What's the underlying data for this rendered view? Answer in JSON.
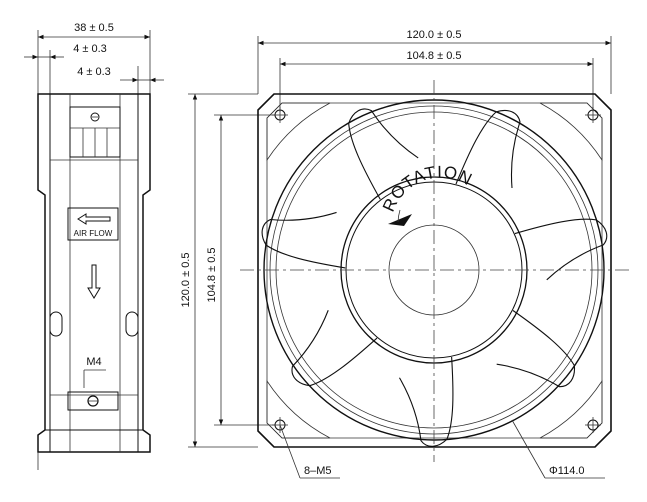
{
  "side_view": {
    "depth_dim": "38 ± 0.5",
    "flange_dim_1": "4 ± 0.3",
    "flange_dim_2": "4 ± 0.3",
    "airflow_label": "AIR FLOW",
    "screw_label": "M4"
  },
  "front_view": {
    "width_dim": "120.0 ± 0.5",
    "hole_pitch_h": "104.8 ± 0.5",
    "height_dim": "120.0 ± 0.5",
    "hole_pitch_v": "104.8 ± 0.5",
    "rotation_label": "ROTATION",
    "holes_label": "8–M5",
    "impeller_dia": "Φ114.0"
  }
}
